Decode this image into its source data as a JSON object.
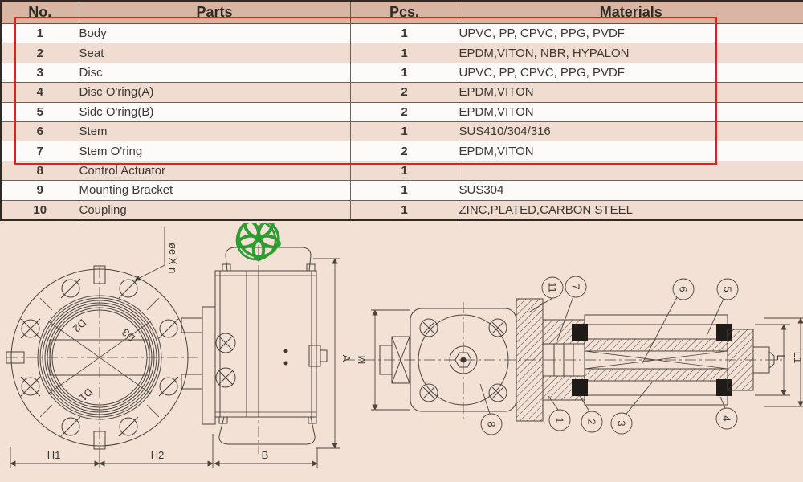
{
  "table": {
    "headers": {
      "no": "No.",
      "parts": "Parts",
      "pcs": "Pcs.",
      "materials": "Materials"
    },
    "rows": [
      {
        "no": "1",
        "part": "Body",
        "pcs": "1",
        "materials": "UPVC, PP, CPVC, PPG, PVDF"
      },
      {
        "no": "2",
        "part": "Seat",
        "pcs": "1",
        "materials": "EPDM,VITON, NBR, HYPALON"
      },
      {
        "no": "3",
        "part": "Disc",
        "pcs": "1",
        "materials": "UPVC, PP, CPVC, PPG, PVDF"
      },
      {
        "no": "4",
        "part": "Disc O'ring(A)",
        "pcs": "2",
        "materials": "EPDM,VITON"
      },
      {
        "no": "5",
        "part": "Sidc O'ring(B)",
        "pcs": "2",
        "materials": "EPDM,VITON"
      },
      {
        "no": "6",
        "part": "Stem",
        "pcs": "1",
        "materials": "SUS410/304/316"
      },
      {
        "no": "7",
        "part": "Stem O'ring",
        "pcs": "2",
        "materials": "EPDM,VITON"
      },
      {
        "no": "8",
        "part": "Control Actuator",
        "pcs": "1",
        "materials": ""
      },
      {
        "no": "9",
        "part": "Mounting Bracket",
        "pcs": "1",
        "materials": "SUS304"
      },
      {
        "no": "10",
        "part": "Coupling",
        "pcs": "1",
        "materials": "ZINC,PLATED,CARBON STEEL"
      }
    ],
    "highlighted_rows": "1-7"
  },
  "colors": {
    "header_bg": "#d9b5a4",
    "row_bg": "#fcfbfa",
    "row_alt_bg": "#f0dcd1",
    "drawing_bg": "#f3e1d6",
    "highlight_border": "#de2418",
    "line": "#4a443e",
    "handwheel_green": "#2f9b33"
  },
  "front_view": {
    "dim_labels": {
      "bolt_spec": "øe X n",
      "d2": "D2",
      "d3": "D3",
      "d1": "D1",
      "h1": "H1",
      "h2": "H2",
      "b": "B",
      "a": "A"
    }
  },
  "section_view": {
    "dim_labels": {
      "m": "M",
      "l": "L",
      "l1": "L1"
    },
    "callouts": [
      "11",
      "7",
      "6",
      "5",
      "8",
      "1",
      "2",
      "3",
      "4"
    ]
  }
}
